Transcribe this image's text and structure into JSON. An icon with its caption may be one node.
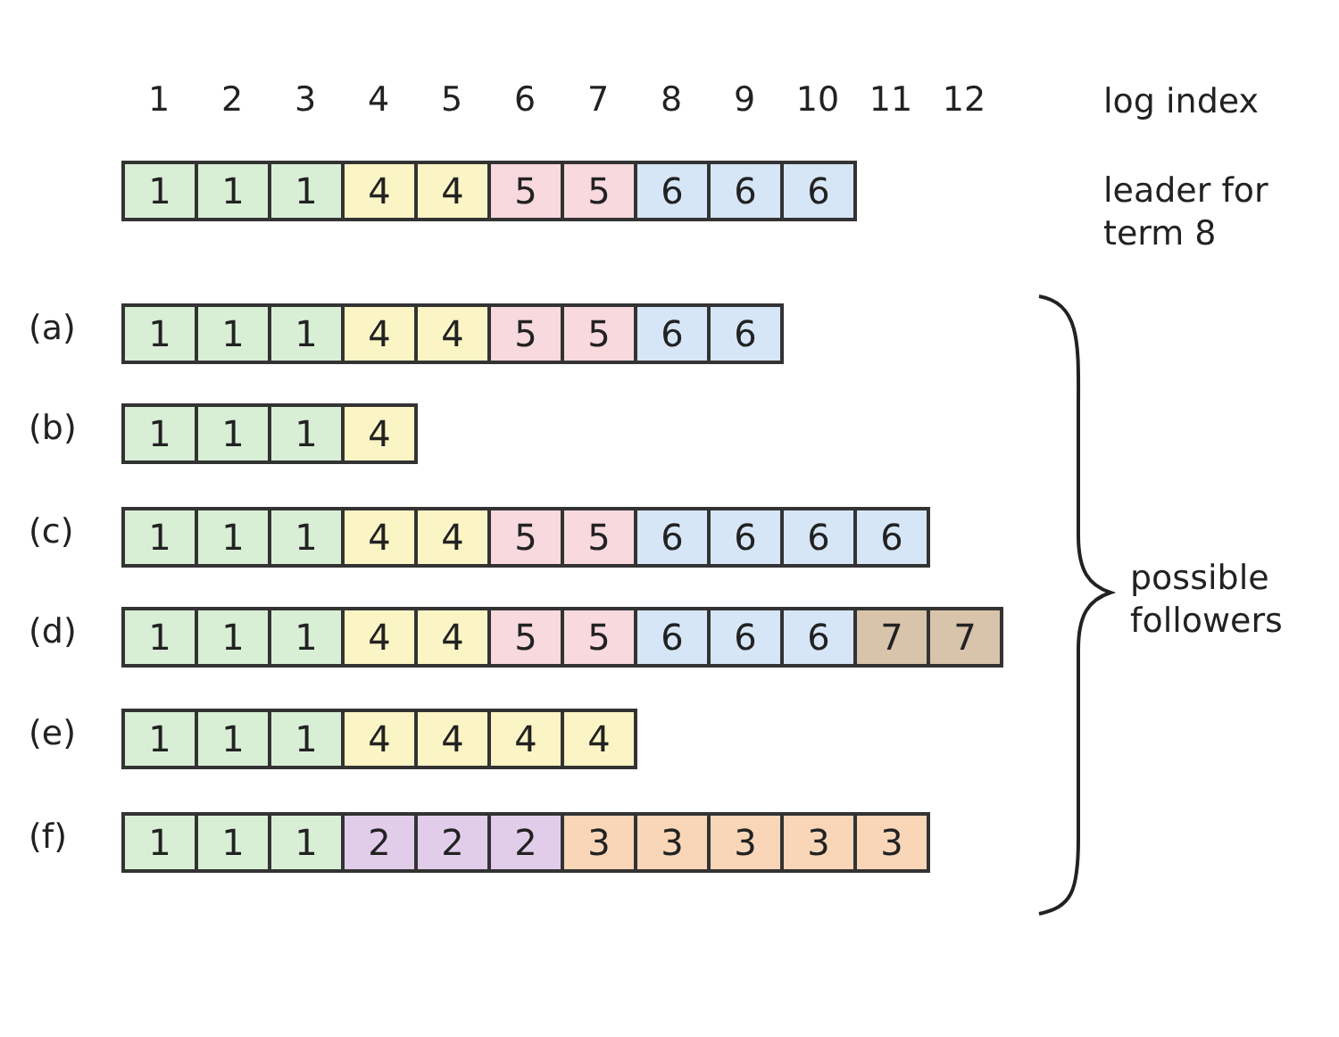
{
  "diagram": {
    "nodes": [
      {
        "text": [
          "1"
        ]
      },
      {
        "text": [
          "1"
        ]
      },
      {
        "text": [
          "1"
        ]
      },
      {
        "text": [
          "4"
        ]
      },
      {
        "text": [
          "4"
        ]
      },
      {
        "text": [
          "5"
        ]
      },
      {
        "text": [
          "5"
        ]
      },
      {
        "text": [
          "6"
        ]
      },
      {
        "text": [
          "6"
        ]
      },
      {
        "text": [
          "6"
        ]
      },
      {
        "text": [
          "1"
        ]
      },
      {
        "text": [
          "1"
        ]
      },
      {
        "text": [
          "1"
        ]
      },
      {
        "text": [
          "4"
        ]
      },
      {
        "text": [
          "4"
        ]
      },
      {
        "text": [
          "5"
        ]
      },
      {
        "text": [
          "5"
        ]
      },
      {
        "text": [
          "6"
        ]
      },
      {
        "text": [
          "6"
        ]
      },
      {
        "text": [
          "1"
        ]
      },
      {
        "text": [
          "1"
        ]
      },
      {
        "text": [
          "1"
        ]
      },
      {
        "text": [
          "4"
        ]
      },
      {
        "text": [
          "1"
        ]
      },
      {
        "text": [
          "1"
        ]
      },
      {
        "text": [
          "1"
        ]
      },
      {
        "text": [
          "4"
        ]
      },
      {
        "text": [
          "4"
        ]
      },
      {
        "text": [
          "5"
        ]
      },
      {
        "text": [
          "5"
        ]
      },
      {
        "text": [
          "6"
        ]
      },
      {
        "text": [
          "6"
        ]
      },
      {
        "text": [
          "6"
        ]
      },
      {
        "text": [
          "6"
        ]
      },
      {
        "text": [
          "1"
        ]
      },
      {
        "text": [
          "1"
        ]
      },
      {
        "text": [
          "1"
        ]
      },
      {
        "text": [
          "4"
        ]
      },
      {
        "text": [
          "4"
        ]
      },
      {
        "text": [
          "5"
        ]
      },
      {
        "text": [
          "5"
        ]
      },
      {
        "text": [
          "6"
        ]
      },
      {
        "text": [
          "6"
        ]
      },
      {
        "text": [
          "6"
        ]
      },
      {
        "text": [
          "7"
        ]
      },
      {
        "text": [
          "7"
        ]
      },
      {
        "text": [
          "1"
        ]
      },
      {
        "text": [
          "1"
        ]
      },
      {
        "text": [
          "1"
        ]
      },
      {
        "text": [
          "4"
        ]
      },
      {
        "text": [
          "4"
        ]
      },
      {
        "text": [
          "4"
        ]
      },
      {
        "text": [
          "4"
        ]
      },
      {
        "text": [
          "1"
        ]
      },
      {
        "text": [
          "1"
        ]
      },
      {
        "text": [
          "1"
        ]
      },
      {
        "text": [
          "2"
        ]
      },
      {
        "text": [
          "2"
        ]
      },
      {
        "text": [
          "2"
        ]
      },
      {
        "text": [
          "3"
        ]
      },
      {
        "text": [
          "3"
        ]
      },
      {
        "text": [
          "3"
        ]
      },
      {
        "text": [
          "3"
        ]
      },
      {
        "text": [
          "3"
        ]
      }
    ],
    "labels": [
      "1",
      "2",
      "3",
      "4",
      "5",
      "6",
      "7",
      "8",
      "9",
      "10",
      "11",
      "12",
      "log index",
      "leader for term 8",
      "(a)",
      "(b)",
      "(c)",
      "(d)",
      "(e)",
      "(f)",
      "possible followers"
    ]
  }
}
